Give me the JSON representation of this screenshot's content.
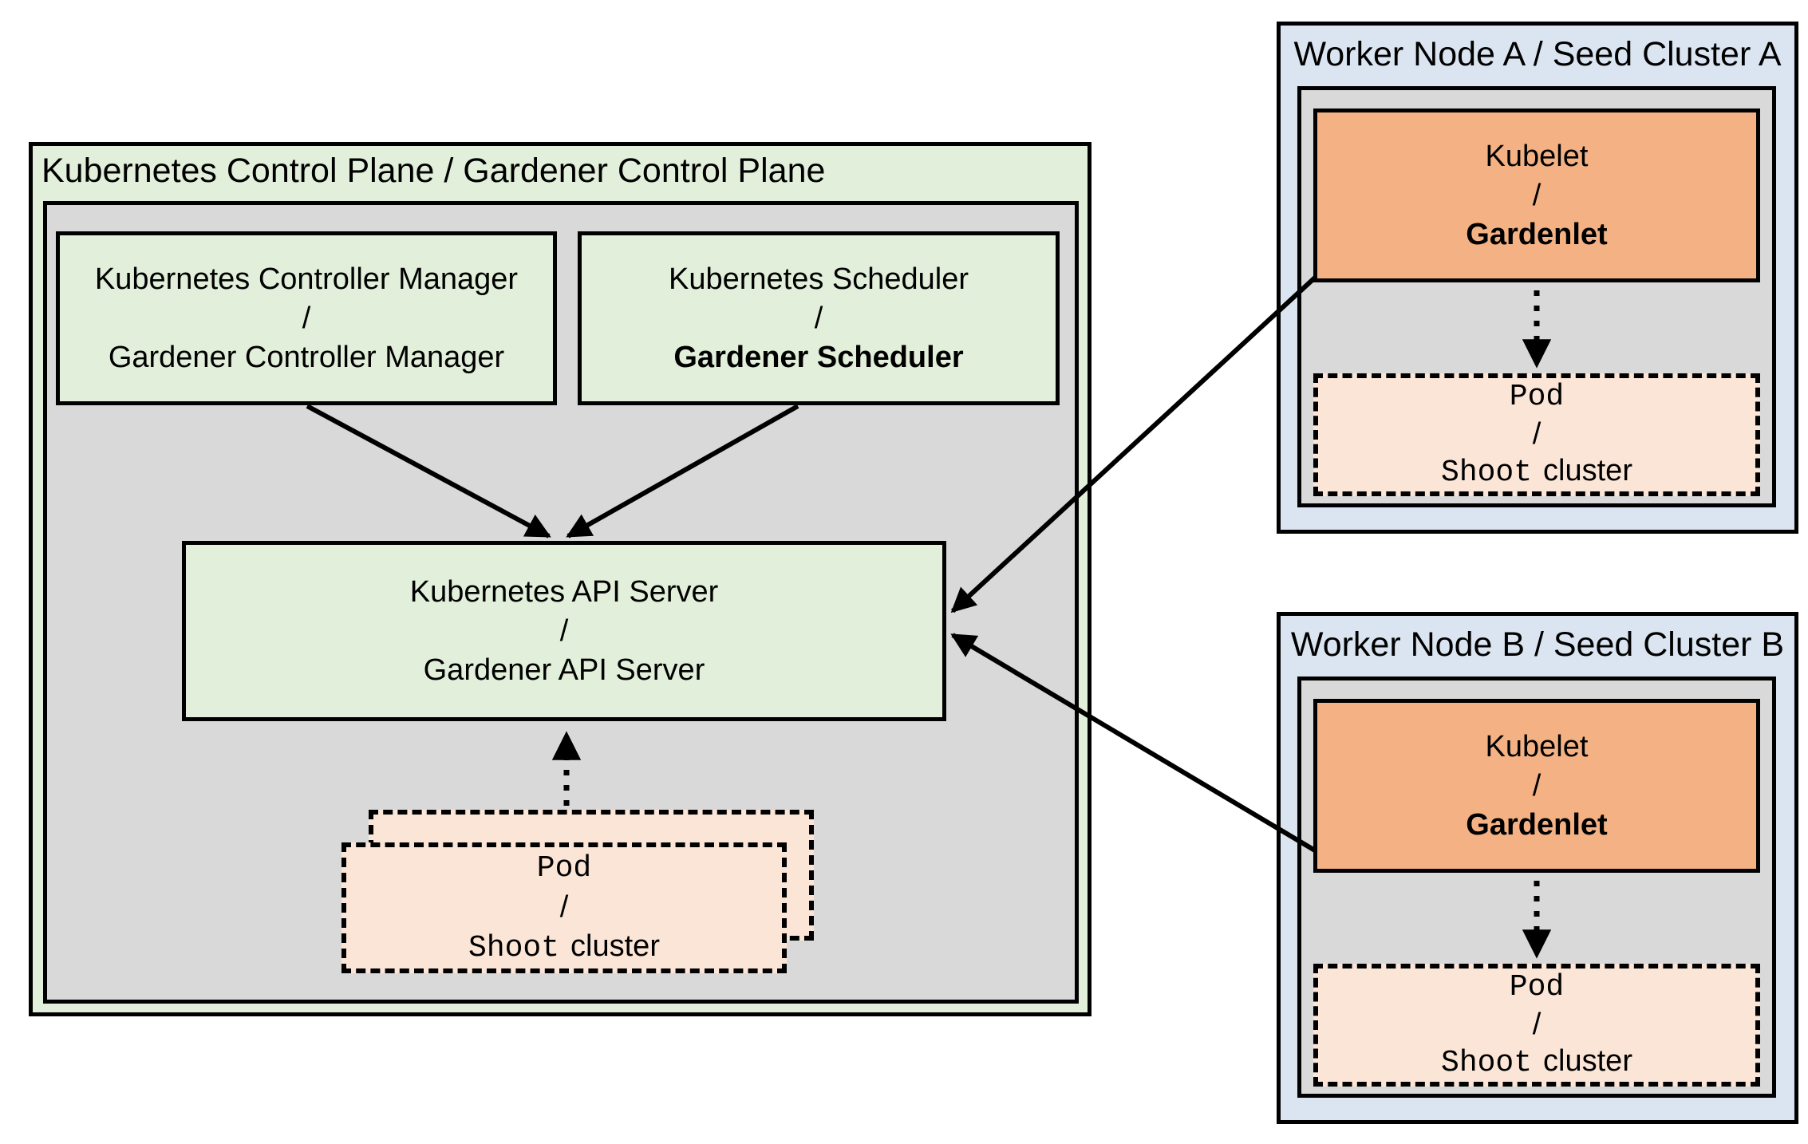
{
  "colors": {
    "green": "#e2efda",
    "gray": "#d9d9d9",
    "blue": "#dbe5f1",
    "orange": "#f4b183",
    "peach": "#fbe5d6",
    "line": "#000000"
  },
  "control_plane": {
    "title": "Kubernetes Control Plane / Gardener Control Plane",
    "controller_manager": {
      "top": "Kubernetes Controller Manager",
      "slash": "/",
      "bottom": "Gardener Controller Manager"
    },
    "scheduler": {
      "top": "Kubernetes Scheduler",
      "slash": "/",
      "bottom": "Gardener Scheduler"
    },
    "api_server": {
      "top": "Kubernetes API Server",
      "slash": "/",
      "bottom": "Gardener API Server"
    },
    "pod_stack": {
      "top": "Pod",
      "slash": "/",
      "bottom_mono": "Shoot",
      "bottom_sans": "cluster"
    }
  },
  "worker_node_a": {
    "title": "Worker Node A / Seed Cluster A",
    "kubelet": {
      "top": "Kubelet",
      "slash": "/",
      "bottom": "Gardenlet"
    },
    "pod": {
      "top": "Pod",
      "slash": "/",
      "bottom_mono": "Shoot",
      "bottom_sans": "cluster"
    }
  },
  "worker_node_b": {
    "title": "Worker Node B / Seed Cluster B",
    "kubelet": {
      "top": "Kubelet",
      "slash": "/",
      "bottom": "Gardenlet"
    },
    "pod": {
      "top": "Pod",
      "slash": "/",
      "bottom_mono": "Shoot",
      "bottom_sans": "cluster"
    }
  }
}
